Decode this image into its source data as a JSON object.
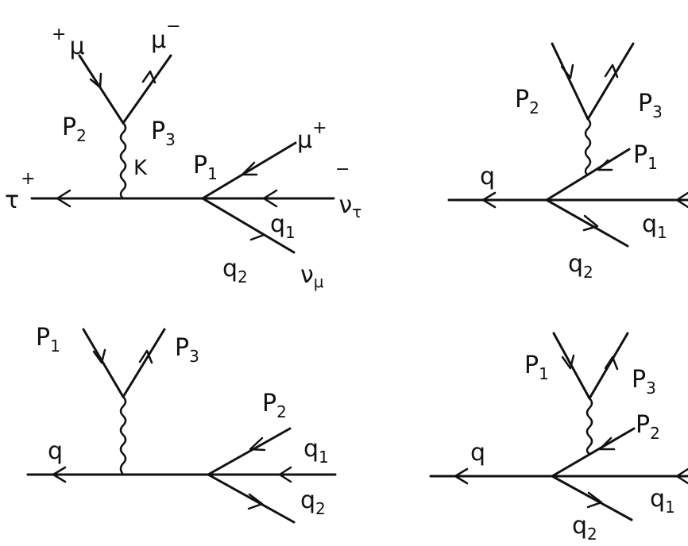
{
  "diagrams": [
    {
      "labels": {
        "mu_plus_top": {
          "sup": "+",
          "base": "μ"
        },
        "mu_minus_top": {
          "base": "μ",
          "sup": "−"
        },
        "p2": {
          "base": "P",
          "sub": "2"
        },
        "p3": {
          "base": "P",
          "sub": "3"
        },
        "k": {
          "base": "K"
        },
        "p1": {
          "base": "P",
          "sub": "1"
        },
        "mu_plus_right": {
          "base": "μ",
          "sup": "+"
        },
        "tau": {
          "base": "τ",
          "sup": "+"
        },
        "nu_tau": {
          "sup": "−",
          "base": "ν",
          "sub": "τ"
        },
        "q1": {
          "base": "q",
          "sub": "1"
        },
        "q2": {
          "base": "q",
          "sub": "2"
        },
        "nu_mu": {
          "base": "ν",
          "sub": "μ"
        }
      }
    },
    {
      "labels": {
        "p2": {
          "base": "P",
          "sub": "2"
        },
        "p3": {
          "base": "P",
          "sub": "3"
        },
        "p1": {
          "base": "P",
          "sub": "1"
        },
        "q": {
          "base": "q"
        },
        "q1": {
          "base": "q",
          "sub": "1"
        },
        "q2": {
          "base": "q",
          "sub": "2"
        }
      }
    },
    {
      "labels": {
        "p1": {
          "base": "P",
          "sub": "1"
        },
        "p3": {
          "base": "P",
          "sub": "3"
        },
        "p2": {
          "base": "P",
          "sub": "2"
        },
        "q": {
          "base": "q"
        },
        "q1": {
          "base": "q",
          "sub": "1"
        },
        "q2": {
          "base": "q",
          "sub": "2"
        }
      }
    },
    {
      "labels": {
        "p1": {
          "base": "P",
          "sub": "1"
        },
        "p3": {
          "base": "P",
          "sub": "3"
        },
        "p2": {
          "base": "P",
          "sub": "2"
        },
        "q": {
          "base": "q"
        },
        "q1": {
          "base": "q",
          "sub": "1"
        },
        "q2": {
          "base": "q",
          "sub": "2"
        }
      }
    }
  ]
}
